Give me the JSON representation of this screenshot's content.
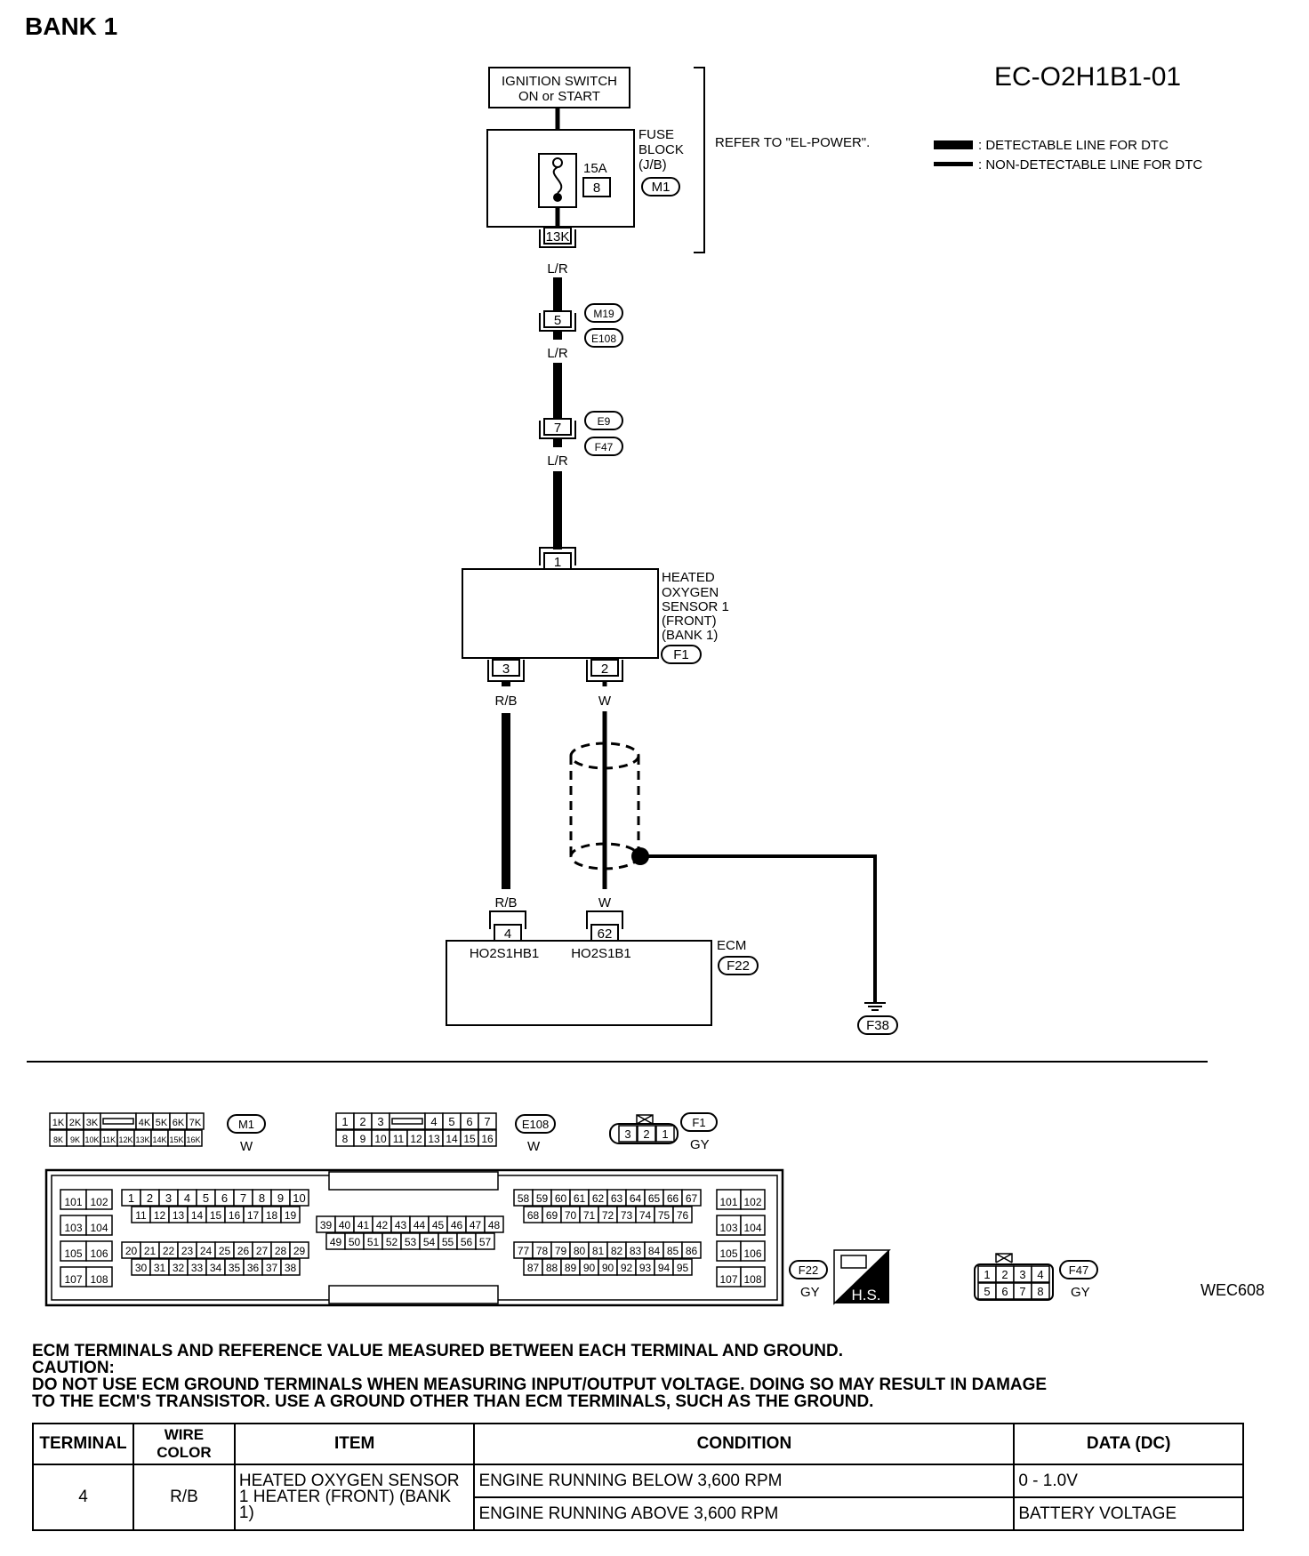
{
  "header": {
    "bank_title": "BANK 1",
    "doc_code": "EC-O2H1B1-01",
    "figure_code": "WEC608"
  },
  "legend": {
    "detectable": ": DETECTABLE LINE FOR DTC",
    "non_detectable": ": NON-DETECTABLE LINE FOR DTC"
  },
  "ignition": {
    "line1": "IGNITION SWITCH",
    "line2": "ON or START"
  },
  "fuse_block": {
    "label1": "FUSE",
    "label2": "BLOCK",
    "label3": "(J/B)",
    "amp": "15A",
    "fuse_no": "8",
    "connector": "M1",
    "terminal": "13K",
    "refer": "REFER TO \"EL-POWER\"."
  },
  "wire_colors": {
    "lr": "L/R",
    "rb": "R/B",
    "w": "W"
  },
  "joints": [
    {
      "pin": "5",
      "conn_a": "M19",
      "conn_b": "E108"
    },
    {
      "pin": "7",
      "conn_a": "E9",
      "conn_b": "F47"
    }
  ],
  "sensor": {
    "lines": [
      "HEATED",
      "OXYGEN",
      "SENSOR 1",
      "(FRONT)",
      "(BANK 1)"
    ],
    "connector": "F1",
    "pin_top": "1",
    "pin_left": "3",
    "pin_right": "2"
  },
  "ecm": {
    "label": "ECM",
    "connector": "F22",
    "pin_a": "4",
    "pin_b": "62",
    "sig_a": "HO2S1HB1",
    "sig_b": "HO2S1B1"
  },
  "ground": {
    "connector": "F38"
  },
  "connectors": {
    "m1": {
      "id": "M1",
      "color": "W",
      "row1": [
        "1K",
        "2K",
        "3K",
        "",
        "4K",
        "5K",
        "6K",
        "7K"
      ],
      "row2": [
        "8K",
        "9K",
        "10K",
        "11K",
        "12K",
        "13K",
        "14K",
        "15K",
        "16K"
      ]
    },
    "e108": {
      "id": "E108",
      "color": "W",
      "row1": [
        "1",
        "2",
        "3",
        "",
        "4",
        "5",
        "6",
        "7"
      ],
      "row2": [
        "8",
        "9",
        "10",
        "11",
        "12",
        "13",
        "14",
        "15",
        "16"
      ]
    },
    "f1": {
      "id": "F1",
      "color": "GY",
      "pins": [
        "3",
        "2",
        "1"
      ]
    },
    "f22": {
      "id": "F22",
      "color": "GY",
      "hs": "H.S.",
      "end_left": [
        [
          "101",
          "102"
        ],
        [
          "103",
          "104"
        ],
        [
          "105",
          "106"
        ],
        [
          "107",
          "108"
        ]
      ],
      "end_right": [
        [
          "101",
          "102"
        ],
        [
          "103",
          "104"
        ],
        [
          "105",
          "106"
        ],
        [
          "107",
          "108"
        ]
      ],
      "l_r1": [
        "1",
        "2",
        "3",
        "4",
        "5",
        "6",
        "7",
        "8",
        "9",
        "10"
      ],
      "l_r2": [
        "11",
        "12",
        "13",
        "14",
        "15",
        "16",
        "17",
        "18",
        "19"
      ],
      "l_r3": [
        "20",
        "21",
        "22",
        "23",
        "24",
        "25",
        "26",
        "27",
        "28",
        "29"
      ],
      "l_r4": [
        "30",
        "31",
        "32",
        "33",
        "34",
        "35",
        "36",
        "37",
        "38"
      ],
      "m_r1": [
        "39",
        "40",
        "41",
        "42",
        "43",
        "44",
        "45",
        "46",
        "47",
        "48"
      ],
      "m_r2": [
        "49",
        "50",
        "51",
        "52",
        "53",
        "54",
        "55",
        "56",
        "57"
      ],
      "r_r1": [
        "58",
        "59",
        "60",
        "61",
        "62",
        "63",
        "64",
        "65",
        "66",
        "67"
      ],
      "r_r2": [
        "68",
        "69",
        "70",
        "71",
        "72",
        "73",
        "74",
        "75",
        "76"
      ],
      "r_r3": [
        "77",
        "78",
        "79",
        "80",
        "81",
        "82",
        "83",
        "84",
        "85",
        "86"
      ],
      "r_r4": [
        "87",
        "88",
        "89",
        "90",
        "90",
        "92",
        "93",
        "94",
        "95"
      ]
    },
    "f47": {
      "id": "F47",
      "color": "GY",
      "row1": [
        "1",
        "2",
        "3",
        "4"
      ],
      "row2": [
        "5",
        "6",
        "7",
        "8"
      ]
    }
  },
  "notes": {
    "line1": "ECM TERMINALS AND REFERENCE VALUE MEASURED BETWEEN EACH TERMINAL AND GROUND.",
    "line2": "CAUTION:",
    "line3": "DO NOT USE ECM GROUND TERMINALS WHEN MEASURING INPUT/OUTPUT VOLTAGE. DOING SO MAY RESULT IN DAMAGE",
    "line4": "TO THE ECM'S TRANSISTOR. USE A GROUND OTHER THAN ECM TERMINALS, SUCH AS THE GROUND."
  },
  "table": {
    "headers": [
      "TERMINAL",
      "WIRE COLOR",
      "ITEM",
      "CONDITION",
      "DATA (DC)"
    ],
    "terminal": "4",
    "wire_color": "R/B",
    "item": "HEATED OXYGEN SENSOR 1 HEATER (FRONT) (BANK 1)",
    "rows": [
      {
        "condition": "ENGINE RUNNING BELOW 3,600 RPM",
        "data": "0 - 1.0V"
      },
      {
        "condition": "ENGINE RUNNING ABOVE 3,600 RPM",
        "data": "BATTERY VOLTAGE"
      }
    ]
  }
}
